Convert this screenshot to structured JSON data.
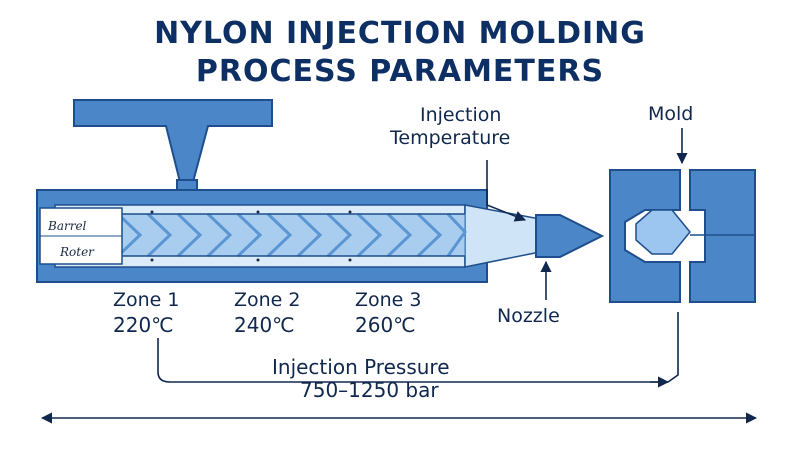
{
  "title": {
    "line1": "NYLON INJECTION MOLDING",
    "line2": "PROCESS PARAMETERS"
  },
  "labels": {
    "barrel": "Barrel",
    "rotor": "Roter",
    "injection_temperature_line1": "Injection",
    "injection_temperature_line2": "Temperature",
    "mold": "Mold",
    "nozzle": "Nozzle",
    "injection_pressure": "Injection Pressure",
    "pressure_range": "750–1250 bar"
  },
  "zones": [
    {
      "name": "Zone 1",
      "temperature": "220℃"
    },
    {
      "name": "Zone 2",
      "temperature": "240℃"
    },
    {
      "name": "Zone 3",
      "temperature": "260℃"
    }
  ],
  "colors": {
    "title": "#0d2f63",
    "steel_blue": "#4a86c8",
    "dark_outline": "#1e4f8c",
    "light_blue": "#cfe4f7",
    "chevron": "#5b95d3"
  },
  "icons": [
    "hopper-icon",
    "screw-icon",
    "nozzle-icon",
    "mold-icon",
    "arrow-icon"
  ]
}
